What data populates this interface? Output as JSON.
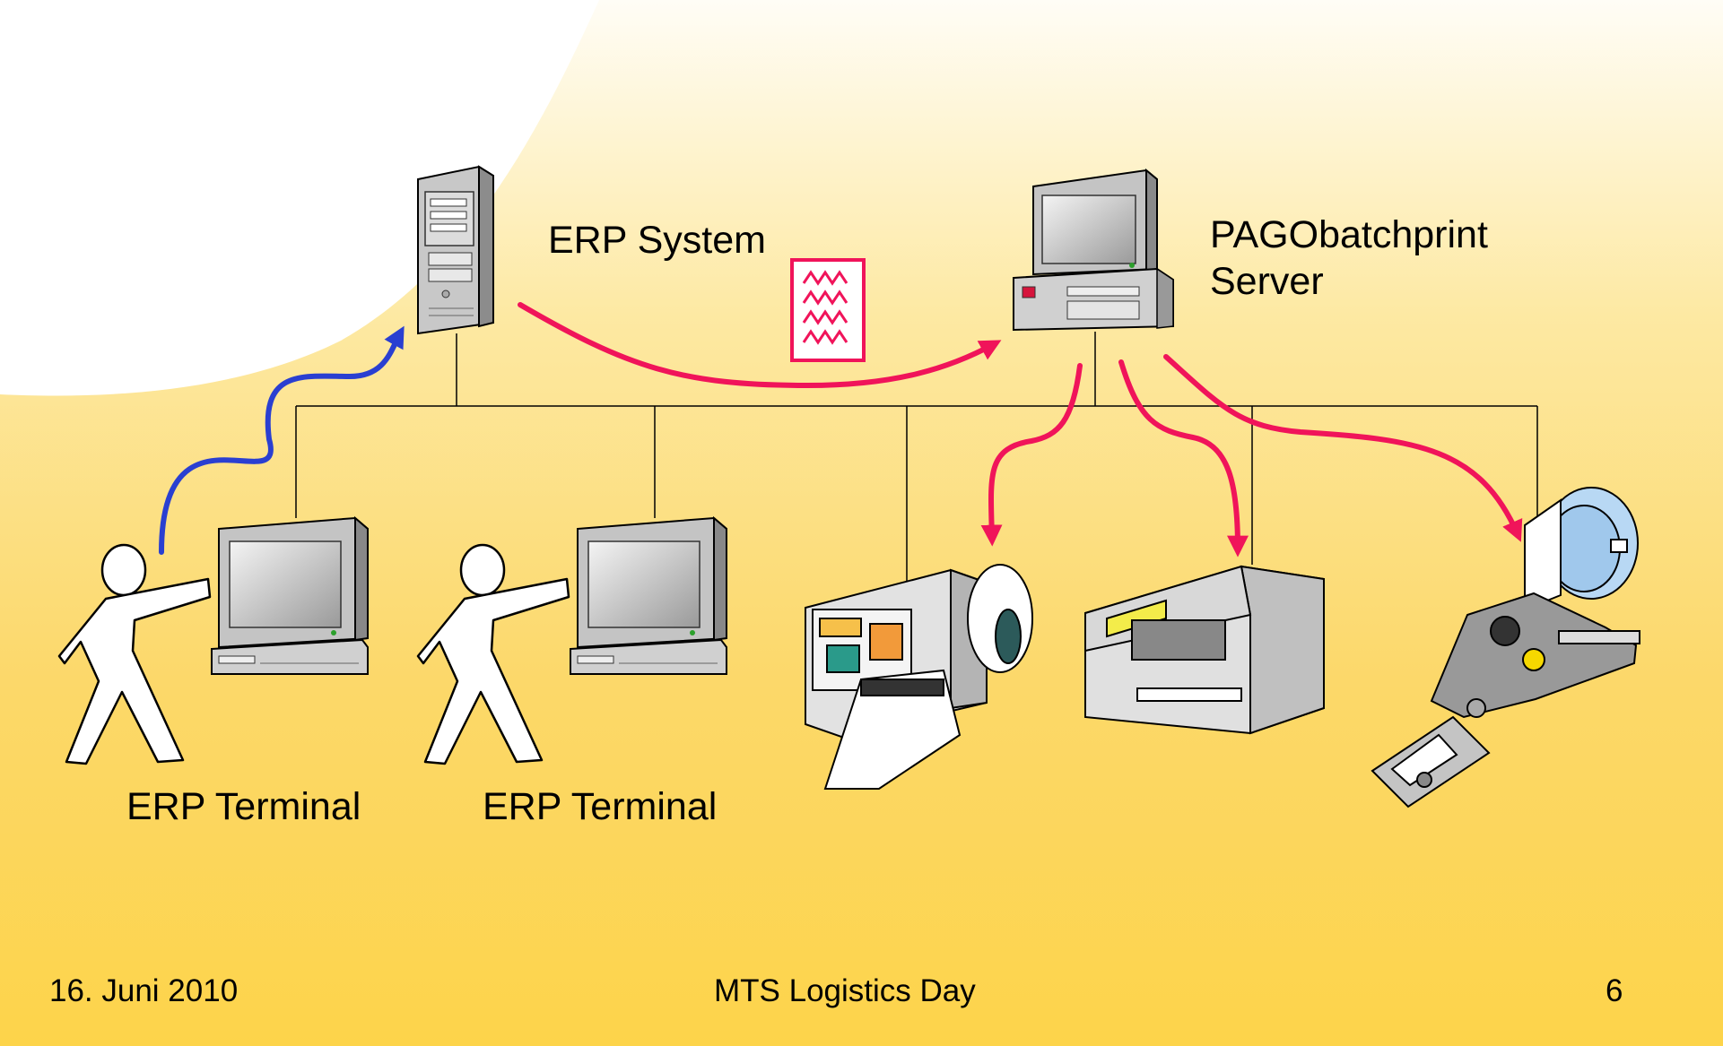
{
  "diagram": {
    "erp_system_label": "ERP System",
    "print_server_label_line1": "PAGObatchprint",
    "print_server_label_line2": "Server",
    "terminal_1_label": "ERP Terminal",
    "terminal_2_label": "ERP Terminal"
  },
  "footer": {
    "date": "16. Juni 2010",
    "event": "MTS Logistics Day",
    "page_number": "6"
  },
  "colors": {
    "flow_print": "#f0145a",
    "flow_user": "#2a3fd1",
    "network_line": "#000000"
  },
  "icons": [
    "server-tower-icon",
    "print-job-document-icon",
    "print-server-computer-icon",
    "terminal-computer-icon",
    "person-icon",
    "label-printer-icon",
    "industrial-printer-icon",
    "print-and-apply-labeler-icon"
  ]
}
